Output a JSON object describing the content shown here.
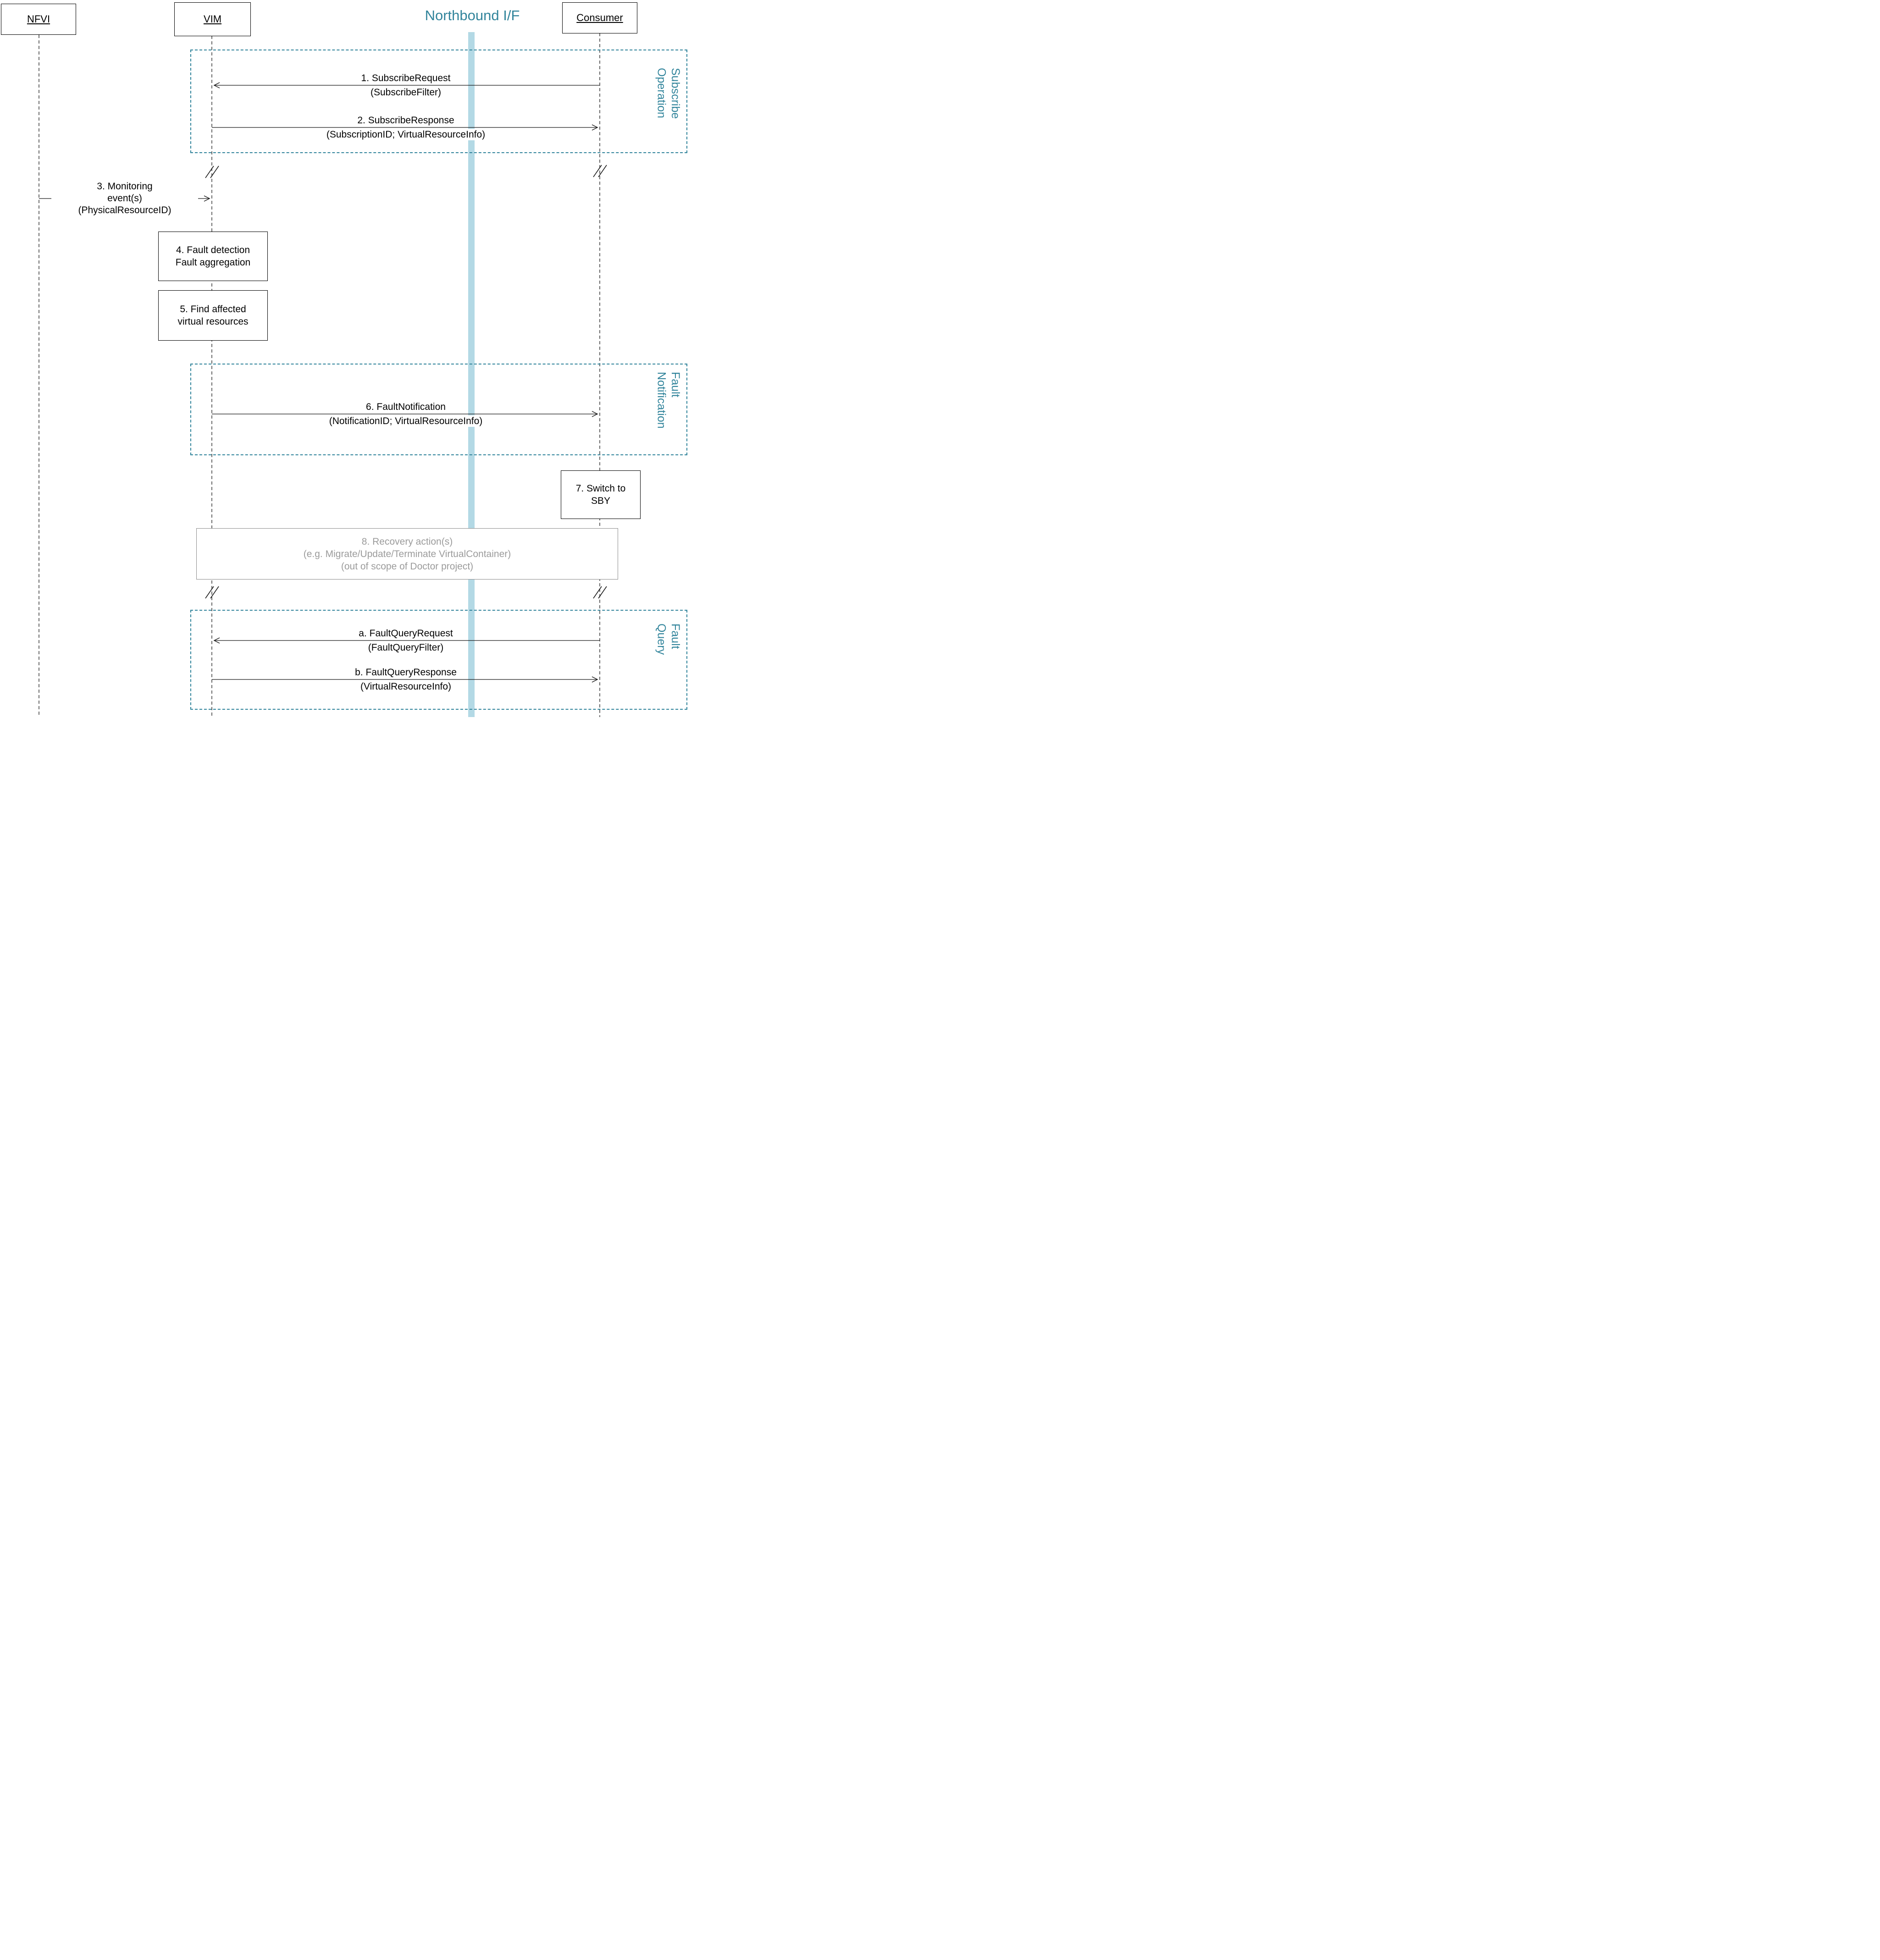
{
  "title": "Northbound I/F",
  "actors": {
    "nfvi": "NFVI",
    "vim": "VIM",
    "consumer": "Consumer"
  },
  "regions": {
    "subscribe": {
      "line1": "Subscribe",
      "line2": "Operation"
    },
    "notification": {
      "line1": "Fault",
      "line2": "Notification"
    },
    "query": {
      "line1": "Fault",
      "line2": "Query"
    }
  },
  "messages": {
    "m1": {
      "line1": "1. SubscribeRequest",
      "line2": "(SubscribeFilter)"
    },
    "m2": {
      "line1": "2. SubscribeResponse",
      "line2": "(SubscriptionID; VirtualResourceInfo)"
    },
    "m3": {
      "line1": "3. Monitoring",
      "line2": "event(s)",
      "line3": "(PhysicalResourceID)"
    },
    "m6": {
      "line1": "6. FaultNotification",
      "line2": "(NotificationID; VirtualResourceInfo)"
    },
    "ma": {
      "line1": "a. FaultQueryRequest",
      "line2": "(FaultQueryFilter)"
    },
    "mb": {
      "line1": "b. FaultQueryResponse",
      "line2": "(VirtualResourceInfo)"
    }
  },
  "activities": {
    "a4": {
      "line1": "4. Fault detection",
      "line2": "Fault aggregation"
    },
    "a5": {
      "line1": "5. Find affected",
      "line2": "virtual resources"
    },
    "a7": {
      "line1": "7. Switch to",
      "line2": "SBY"
    },
    "a8": {
      "line1": "8. Recovery action(s)",
      "line2": "(e.g. Migrate/Update/Terminate VirtualContainer)",
      "line3": "(out of scope of Doctor project)"
    }
  },
  "colors": {
    "teal": "#31849B",
    "northbound_bar": "#B3D9E5",
    "gray_text": "#9B9B9B",
    "gray_border": "#8C8C8C"
  }
}
